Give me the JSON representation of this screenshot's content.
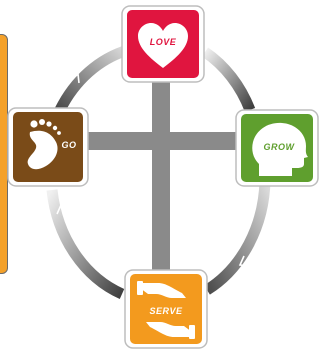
{
  "diagram": {
    "center_symbol": "cross",
    "nodes": [
      {
        "id": "love",
        "label": "LOVE",
        "icon": "heart-icon",
        "color": "#e0153f"
      },
      {
        "id": "grow",
        "label": "GROW",
        "icon": "head-profile-icon",
        "color": "#5f9f2e"
      },
      {
        "id": "serve",
        "label": "SERVE",
        "icon": "hands-icon",
        "color": "#f39a1e"
      },
      {
        "id": "go",
        "label": "GO",
        "icon": "footprint-icon",
        "color": "#7a4b18"
      }
    ],
    "flow": [
      "LOVE",
      "GROW",
      "SERVE",
      "GO"
    ],
    "colors": {
      "cross": "#8a8a8a",
      "ring_light": "#e2e2e2",
      "ring_dark": "#5a5a5a",
      "tile_border": "#bdbdbd",
      "side_panel": "#f4a12a"
    }
  }
}
